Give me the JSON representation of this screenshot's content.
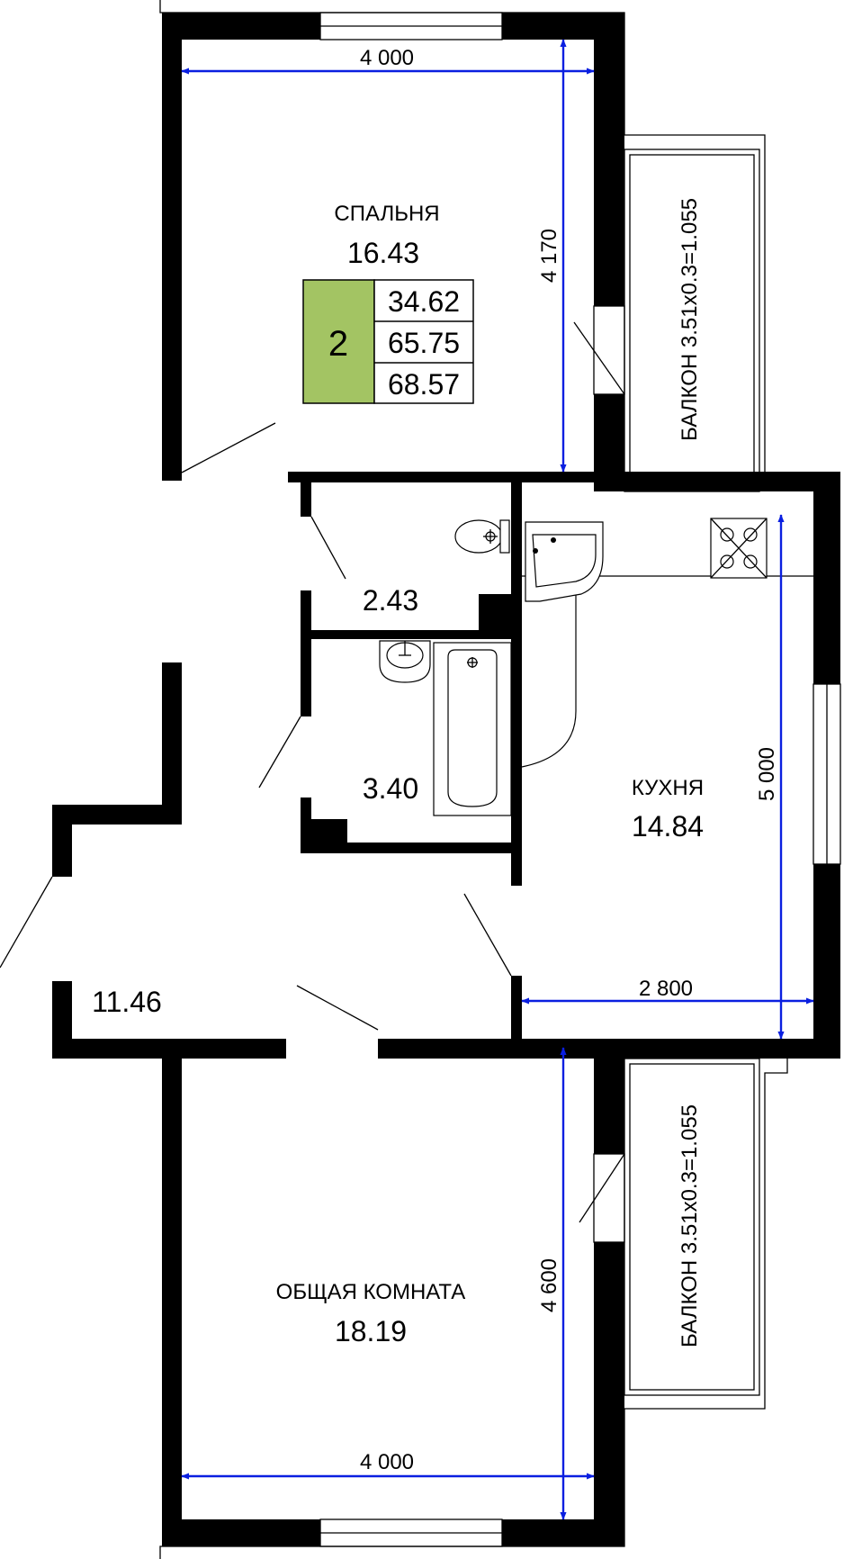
{
  "rooms": {
    "bedroom": {
      "name": "СПАЛЬНЯ",
      "area": "16.43"
    },
    "wc": {
      "area": "2.43"
    },
    "bathroom": {
      "area": "3.40"
    },
    "kitchen": {
      "name": "КУХНЯ",
      "area": "14.84"
    },
    "hallway": {
      "area": "11.46"
    },
    "living_room": {
      "name": "ОБЩАЯ КОМНАТА",
      "area": "18.19"
    }
  },
  "balconies": {
    "top": "БАЛКОН 3.51x0.3=1.055",
    "bottom": "БАЛКОН 3.51x0.3=1.055"
  },
  "summary": {
    "rooms_count": "2",
    "living_area": "34.62",
    "total_area": "65.75",
    "total_with_balconies": "68.57",
    "badge_color": "#a3c463"
  },
  "dimensions": {
    "top_width": "4 000",
    "bedroom_depth": "4 170",
    "kitchen_length": "5 000",
    "kitchen_width": "2 800",
    "living_depth": "4 600",
    "bottom_width": "4 000"
  },
  "colors": {
    "walls": "#000000",
    "dimension_lines": "#0a1fe0"
  }
}
